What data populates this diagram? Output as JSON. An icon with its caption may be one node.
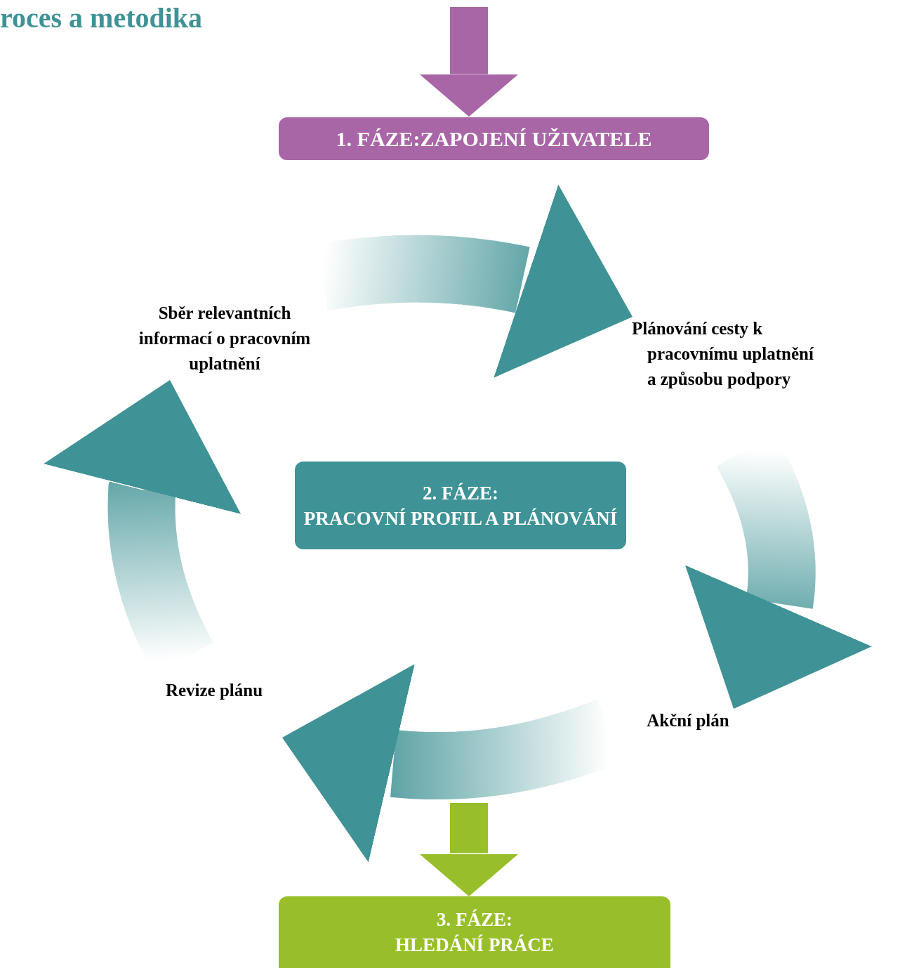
{
  "diagram": {
    "title": "roces a metodika",
    "nodes": [
      {
        "text": [
          "1. FÁZE:ZAPOJENÍ UŽIVATELE"
        ]
      },
      {
        "text": [
          "Sběr relevantních informací o pracovním uplatnění"
        ]
      },
      {
        "text": [
          "Plánování cesty k pracovnímu uplatnění a způsobu podpory"
        ]
      },
      {
        "text": [
          "2. FÁZE:",
          "PRACOVNÍ PROFIL A PLÁNOVÁNÍ"
        ]
      },
      {
        "text": [
          "Revize plánu"
        ]
      },
      {
        "text": [
          "Akční plán"
        ]
      },
      {
        "text": [
          "3. FÁZE:",
          "HLEDÁNÍ PRÁCE"
        ]
      }
    ],
    "edges": [
      {
        "from": null,
        "to": 0,
        "arrow": "to",
        "color": "#a866a6"
      },
      {
        "from": 1,
        "to": 2,
        "arrow": "to",
        "style": "thick"
      },
      {
        "from": 2,
        "to": 5,
        "arrow": "to",
        "style": "thick"
      },
      {
        "from": 5,
        "to": 4,
        "arrow": "to",
        "style": "thick"
      },
      {
        "from": 4,
        "to": 1,
        "arrow": "to",
        "style": "thick"
      },
      {
        "from": null,
        "to": 6,
        "arrow": "to",
        "color": "#98bf2a"
      }
    ]
  }
}
